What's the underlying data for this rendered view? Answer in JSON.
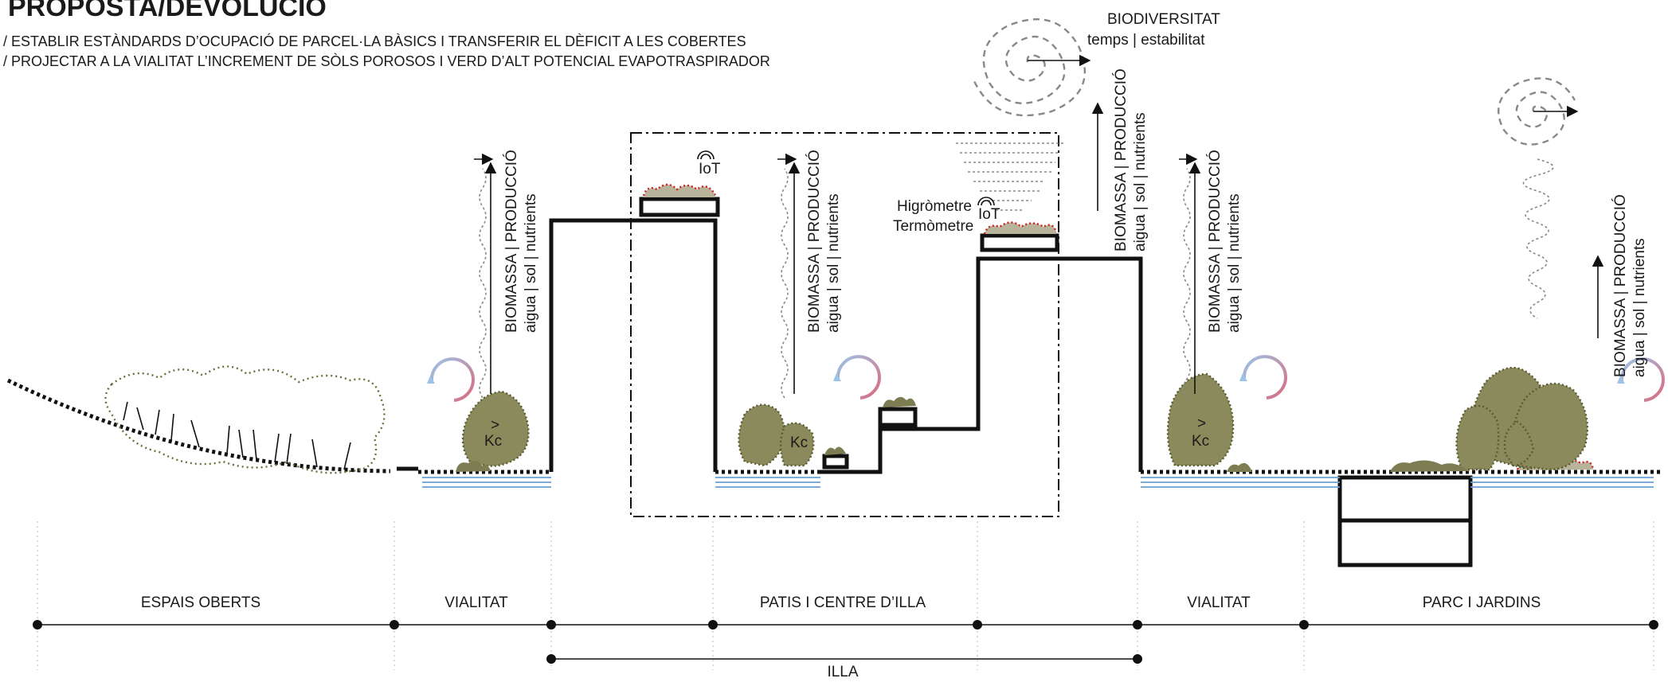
{
  "title": "PROPOSTA/DEVOLUCIÓ",
  "subtitle_lines": [
    "/ ESTABLIR ESTÀNDARDS D’OCUPACIÓ DE PARCEL·LA BÀSICS I TRANSFERIR EL DÈFICIT A LES COBERTES",
    "/ PROJECTAR A LA VIALITAT L’INCREMENT DE SÒLS POROSOS I VERD D’ALT POTENCIAL EVAPOTRASPIRADOR"
  ],
  "vertical_label": {
    "line1": "BIOMASSA  |  PRODUCCIÓ",
    "line2": "aigua  |  sol  |  nutrients"
  },
  "biodiversity": {
    "title": "BIODIVERSITAT",
    "subtitle": "temps  |  estabilitat"
  },
  "sensors": {
    "iot": "IoT",
    "hygrometer": "Higròmetre",
    "thermometer": "Termòmetre"
  },
  "tree_label": "Kc",
  "zones": [
    "ESPAIS OBERTS",
    "VIALITAT",
    "PATIS I CENTRE D’ILLA",
    "VIALITAT",
    "PARC I JARDINS"
  ],
  "block_label": "ILLA",
  "colors": {
    "line": "#111111",
    "tree_fill": "#8b8a5c",
    "water": "#6a9ed6",
    "cycle_blue": "#9cc4e8",
    "cycle_red": "#d96b7e",
    "roof_dots": "#cc1f1f",
    "wave": "#888888"
  }
}
